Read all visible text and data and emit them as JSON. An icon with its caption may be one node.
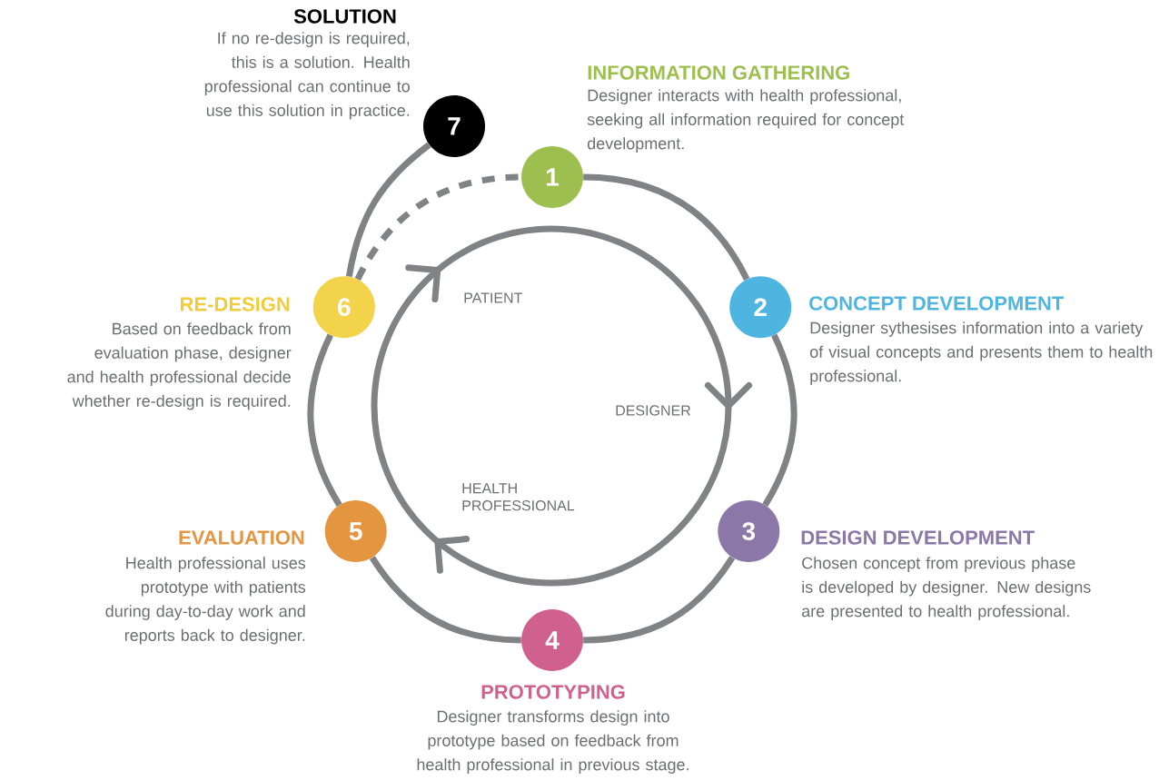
{
  "diagram": {
    "nodes": [
      {
        "text": [
          "1"
        ],
        "beside": [
          "INFORMATION GATHERING",
          "Designer interacts with health professional, seeking all information required for concept development."
        ]
      },
      {
        "text": [
          "2"
        ],
        "beside": [
          "CONCEPT DEVELOPMENT",
          "Designer sythesises information into a variety of visual concepts and presents them to health professional."
        ]
      },
      {
        "text": [
          "3"
        ],
        "beside": [
          "DESIGN DEVELOPMENT",
          "Chosen concept from previous phase is developed by designer. New designs are presented to health professional."
        ]
      },
      {
        "text": [
          "4"
        ],
        "beside": [
          "PROTOTYPING",
          "Designer transforms design into prototype based on feedback from health professional in previous stage."
        ]
      },
      {
        "text": [
          "5"
        ],
        "beside": [
          "EVALUATION",
          "Health professional uses prototype with patients during day-to-day work and reports back to designer."
        ]
      },
      {
        "text": [
          "6"
        ],
        "beside": [
          "RE-DESIGN",
          "Based on feedback from evaluation phase, designer and health professional decide whether re-design is required."
        ]
      },
      {
        "text": [
          "7"
        ],
        "beside": [
          "SOLUTION",
          "If no re-design is required, this is a solution. Health professional can continue to use this solution in practice."
        ]
      }
    ],
    "edges": [
      {
        "from": 0,
        "to": 1,
        "arrow": "none"
      },
      {
        "from": 1,
        "to": 2,
        "arrow": "none"
      },
      {
        "from": 2,
        "to": 3,
        "arrow": "none"
      },
      {
        "from": 3,
        "to": 4,
        "arrow": "none"
      },
      {
        "from": 4,
        "to": 5,
        "arrow": "none"
      },
      {
        "from": 5,
        "to": 0,
        "arrow": "none",
        "style": "dashed"
      },
      {
        "from": 5,
        "to": 6,
        "arrow": "none"
      }
    ],
    "labels": [
      "PATIENT",
      "DESIGNER",
      "HEALTH PROFESSIONAL"
    ]
  }
}
